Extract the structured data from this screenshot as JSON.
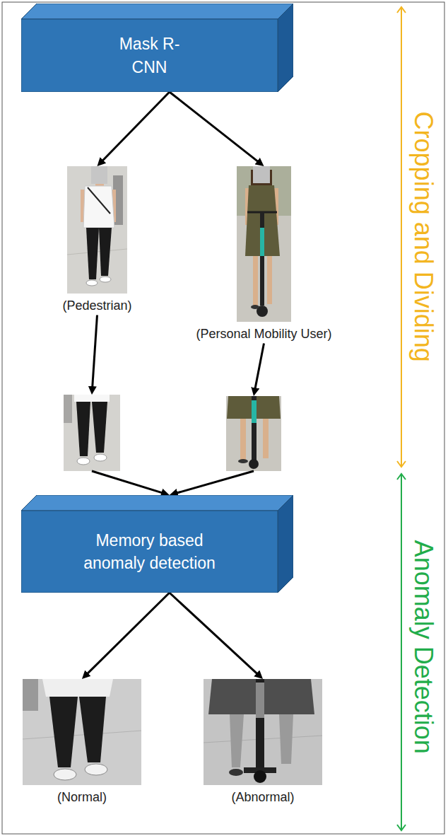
{
  "diagram": {
    "nodes": [
      {
        "text": [
          "Mask R-CNN"
        ]
      },
      {
        "text": [
          "(Pedestrian)"
        ]
      },
      {
        "text": [
          "(Personal Mobility User)"
        ]
      },
      {
        "text": []
      },
      {
        "text": []
      },
      {
        "text": [
          "Memory based anomaly detection"
        ]
      },
      {
        "text": [
          "(Normal)"
        ]
      },
      {
        "text": [
          "(Abnormal)"
        ]
      }
    ],
    "edges": [
      {
        "from": 0,
        "to": 1,
        "arrow": "to"
      },
      {
        "from": 0,
        "to": 2,
        "arrow": "to"
      },
      {
        "from": 1,
        "to": 3,
        "arrow": "to"
      },
      {
        "from": 2,
        "to": 4,
        "arrow": "to"
      },
      {
        "from": 3,
        "to": 5,
        "arrow": "to"
      },
      {
        "from": 4,
        "to": 5,
        "arrow": "to"
      },
      {
        "from": 5,
        "to": 6,
        "arrow": "to"
      },
      {
        "from": 5,
        "to": 7,
        "arrow": "to"
      }
    ],
    "labels": [
      "Cropping and Dividing",
      "Anomaly Detection"
    ]
  }
}
